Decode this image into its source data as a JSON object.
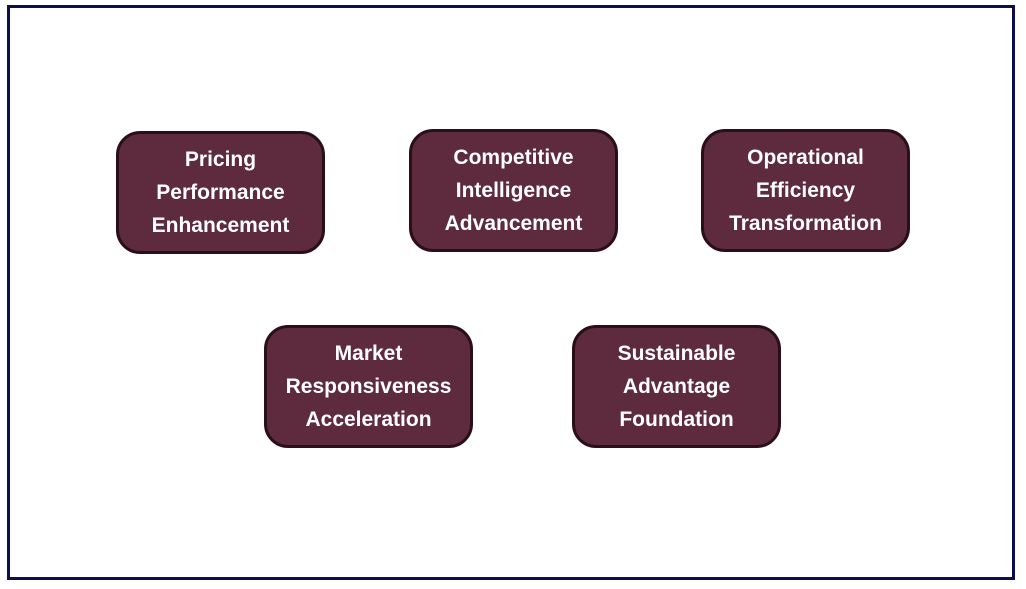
{
  "diagram": {
    "colors": {
      "frame_border": "#0e0e4f",
      "box_fill": "#5e2a3d",
      "box_border": "#2a0e1a",
      "box_text": "#ffffff"
    },
    "boxes": [
      {
        "lines": [
          "Pricing",
          "Performance",
          "Enhancement"
        ]
      },
      {
        "lines": [
          "Competitive",
          "Intelligence",
          "Advancement"
        ]
      },
      {
        "lines": [
          "Operational",
          "Efficiency",
          "Transformation"
        ]
      },
      {
        "lines": [
          "Market",
          "Responsiveness",
          "Acceleration"
        ]
      },
      {
        "lines": [
          "Sustainable",
          "Advantage",
          "Foundation"
        ]
      }
    ]
  }
}
